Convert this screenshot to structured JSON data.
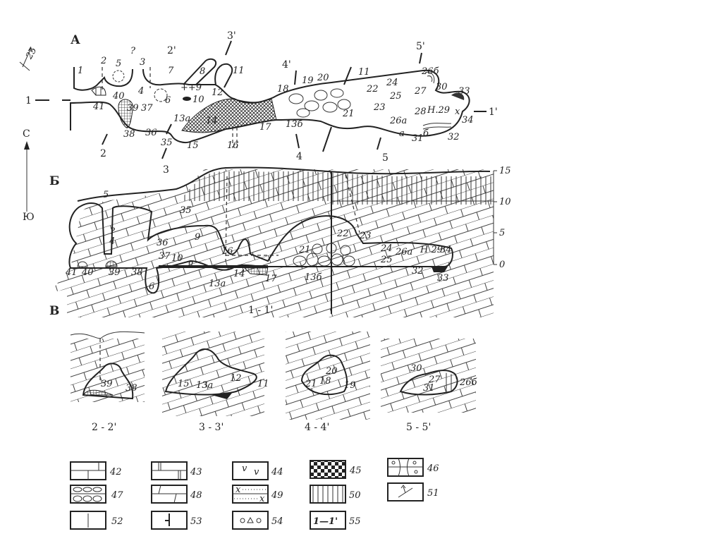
{
  "title_letters": {
    "plan": "А",
    "section": "Б",
    "cross_sections": "В"
  },
  "orientation": {
    "azimuth": "25",
    "north": "С",
    "south": "Ю"
  },
  "plan": {
    "section_marks": [
      "1",
      "1'",
      "2",
      "2'",
      "3",
      "3'",
      "4",
      "4'",
      "5",
      "5'"
    ],
    "labels": [
      "1",
      "2",
      "5",
      "?",
      "3",
      "7",
      "8",
      "11",
      "4",
      "40",
      "41",
      "39",
      "37",
      "6",
      "++9",
      "10",
      "12",
      "13а",
      "14",
      "38",
      "36",
      "35",
      "15",
      "16",
      "17",
      "13б",
      "18",
      "19",
      "20",
      "21",
      "11",
      "22",
      "23",
      "24",
      "25",
      "26а",
      "26б",
      "30",
      "27",
      "28",
      "Н.29",
      "33",
      "х",
      "34",
      "32",
      "31",
      "а",
      "б"
    ]
  },
  "section": {
    "caption": "1 - 1'",
    "scale": [
      "15",
      "10",
      "5",
      "0"
    ],
    "labels": [
      "5",
      "35",
      "?",
      "4",
      "9",
      "36",
      "37",
      "10",
      "16",
      "21",
      "22",
      "23",
      "24",
      "25",
      "26а",
      "Н 29",
      "34",
      "41",
      "40",
      "39",
      "38",
      "8",
      "14",
      "13а",
      "17",
      "13б",
      "32",
      "33",
      "6"
    ]
  },
  "cross_sections": [
    {
      "caption": "2 - 2'",
      "labels": [
        "39",
        "38"
      ]
    },
    {
      "caption": "3 - 3'",
      "labels": [
        "15",
        "13а",
        "12",
        "11"
      ]
    },
    {
      "caption": "4 - 4'",
      "labels": [
        "21",
        "18",
        "20",
        "19"
      ]
    },
    {
      "caption": "5 - 5'",
      "labels": [
        "30",
        "27",
        "31",
        "26б"
      ]
    }
  ],
  "legend": [
    {
      "id": "42",
      "icon": "limestone-brick"
    },
    {
      "id": "43",
      "icon": "limestone-vertical-joints"
    },
    {
      "id": "44",
      "icon": "v-marks"
    },
    {
      "id": "45",
      "icon": "checker"
    },
    {
      "id": "46",
      "icon": "circles-hourglass"
    },
    {
      "id": "47",
      "icon": "boulders"
    },
    {
      "id": "48",
      "icon": "inclined-joints"
    },
    {
      "id": "49",
      "icon": "crosses-dots"
    },
    {
      "id": "50",
      "icon": "vertical-hatch"
    },
    {
      "id": "51",
      "icon": "dip-arrow"
    },
    {
      "id": "52",
      "icon": "vertical-line"
    },
    {
      "id": "53",
      "icon": "fault-tick"
    },
    {
      "id": "54",
      "icon": "circle-triangle"
    },
    {
      "id": "55",
      "icon": "section-line",
      "symbol": "1—1'"
    }
  ]
}
